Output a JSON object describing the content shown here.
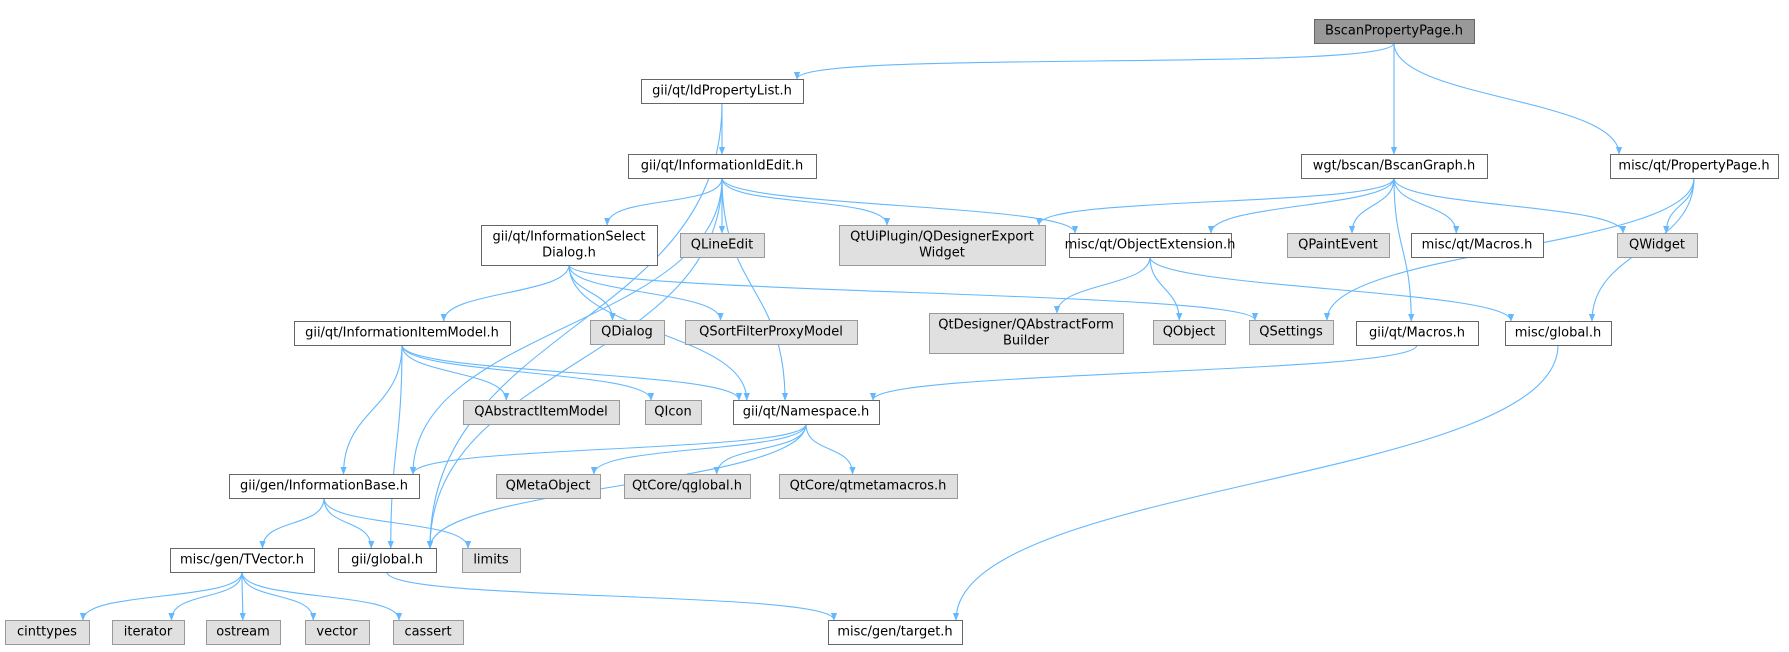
{
  "diagram": {
    "type": "include-dependency-graph",
    "colors": {
      "edge": "#63b8ff",
      "root_fill": "#999999",
      "root_stroke": "#666666",
      "file_fill": "#ffffff",
      "file_stroke": "#666666",
      "external_fill": "#e0e0e0",
      "external_stroke": "#999999"
    },
    "nodes": [
      {
        "id": "BscanPropertyPage_h",
        "kind": "root",
        "lines": [
          "BscanPropertyPage.h"
        ]
      },
      {
        "id": "IdPropertyList_h",
        "kind": "file",
        "lines": [
          "gii/qt/IdPropertyList.h"
        ]
      },
      {
        "id": "InformationIdEdit_h",
        "kind": "file",
        "lines": [
          "gii/qt/InformationIdEdit.h"
        ]
      },
      {
        "id": "BscanGraph_h",
        "kind": "file",
        "lines": [
          "wgt/bscan/BscanGraph.h"
        ]
      },
      {
        "id": "PropertyPage_h",
        "kind": "file",
        "lines": [
          "misc/qt/PropertyPage.h"
        ]
      },
      {
        "id": "InformationSelectDialog_h",
        "kind": "file",
        "lines": [
          "gii/qt/InformationSelect",
          "Dialog.h"
        ]
      },
      {
        "id": "QLineEdit",
        "kind": "external",
        "lines": [
          "QLineEdit"
        ]
      },
      {
        "id": "QDesignerExportWidget",
        "kind": "external",
        "lines": [
          "QtUiPlugin/QDesignerExport",
          "Widget"
        ]
      },
      {
        "id": "ObjectExtension_h",
        "kind": "file",
        "lines": [
          "misc/qt/ObjectExtension.h"
        ]
      },
      {
        "id": "QPaintEvent",
        "kind": "external",
        "lines": [
          "QPaintEvent"
        ]
      },
      {
        "id": "misc_qt_Macros_h",
        "kind": "file",
        "lines": [
          "misc/qt/Macros.h"
        ]
      },
      {
        "id": "QWidget",
        "kind": "external",
        "lines": [
          "QWidget"
        ]
      },
      {
        "id": "InformationItemModel_h",
        "kind": "file",
        "lines": [
          "gii/qt/InformationItemModel.h"
        ]
      },
      {
        "id": "QDialog",
        "kind": "external",
        "lines": [
          "QDialog"
        ]
      },
      {
        "id": "QSortFilterProxyModel",
        "kind": "external",
        "lines": [
          "QSortFilterProxyModel"
        ]
      },
      {
        "id": "QAbstractFormBuilder",
        "kind": "external",
        "lines": [
          "QtDesigner/QAbstractForm",
          "Builder"
        ]
      },
      {
        "id": "QObject",
        "kind": "external",
        "lines": [
          "QObject"
        ]
      },
      {
        "id": "QSettings",
        "kind": "external",
        "lines": [
          "QSettings"
        ]
      },
      {
        "id": "gii_qt_Macros_h",
        "kind": "file",
        "lines": [
          "gii/qt/Macros.h"
        ]
      },
      {
        "id": "misc_global_h",
        "kind": "file",
        "lines": [
          "misc/global.h"
        ]
      },
      {
        "id": "QAbstractItemModel",
        "kind": "external",
        "lines": [
          "QAbstractItemModel"
        ]
      },
      {
        "id": "QIcon",
        "kind": "external",
        "lines": [
          "QIcon"
        ]
      },
      {
        "id": "Namespace_h",
        "kind": "file",
        "lines": [
          "gii/qt/Namespace.h"
        ]
      },
      {
        "id": "InformationBase_h",
        "kind": "file",
        "lines": [
          "gii/gen/InformationBase.h"
        ]
      },
      {
        "id": "QMetaObject",
        "kind": "external",
        "lines": [
          "QMetaObject"
        ]
      },
      {
        "id": "qglobal_h",
        "kind": "external",
        "lines": [
          "QtCore/qglobal.h"
        ]
      },
      {
        "id": "qtmetamacros_h",
        "kind": "external",
        "lines": [
          "QtCore/qtmetamacros.h"
        ]
      },
      {
        "id": "TVector_h",
        "kind": "file",
        "lines": [
          "misc/gen/TVector.h"
        ]
      },
      {
        "id": "gii_global_h",
        "kind": "file",
        "lines": [
          "gii/global.h"
        ]
      },
      {
        "id": "limits",
        "kind": "external",
        "lines": [
          "limits"
        ]
      },
      {
        "id": "cinttypes",
        "kind": "external",
        "lines": [
          "cinttypes"
        ]
      },
      {
        "id": "iterator",
        "kind": "external",
        "lines": [
          "iterator"
        ]
      },
      {
        "id": "ostream",
        "kind": "external",
        "lines": [
          "ostream"
        ]
      },
      {
        "id": "vector",
        "kind": "external",
        "lines": [
          "vector"
        ]
      },
      {
        "id": "cassert",
        "kind": "external",
        "lines": [
          "cassert"
        ]
      },
      {
        "id": "target_h",
        "kind": "file",
        "lines": [
          "misc/gen/target.h"
        ]
      }
    ],
    "edges": [
      {
        "from": "BscanPropertyPage_h",
        "to": "IdPropertyList_h"
      },
      {
        "from": "BscanPropertyPage_h",
        "to": "BscanGraph_h"
      },
      {
        "from": "BscanPropertyPage_h",
        "to": "PropertyPage_h"
      },
      {
        "from": "IdPropertyList_h",
        "to": "InformationIdEdit_h"
      },
      {
        "from": "IdPropertyList_h",
        "to": "gii_global_h"
      },
      {
        "from": "InformationIdEdit_h",
        "to": "InformationSelectDialog_h"
      },
      {
        "from": "InformationIdEdit_h",
        "to": "QLineEdit"
      },
      {
        "from": "InformationIdEdit_h",
        "to": "QDesignerExportWidget"
      },
      {
        "from": "InformationIdEdit_h",
        "to": "ObjectExtension_h"
      },
      {
        "from": "InformationIdEdit_h",
        "to": "Namespace_h"
      },
      {
        "from": "InformationIdEdit_h",
        "to": "InformationBase_h"
      },
      {
        "from": "InformationIdEdit_h",
        "to": "gii_global_h"
      },
      {
        "from": "BscanGraph_h",
        "to": "QDesignerExportWidget"
      },
      {
        "from": "BscanGraph_h",
        "to": "ObjectExtension_h"
      },
      {
        "from": "BscanGraph_h",
        "to": "QPaintEvent"
      },
      {
        "from": "BscanGraph_h",
        "to": "misc_qt_Macros_h"
      },
      {
        "from": "BscanGraph_h",
        "to": "QWidget"
      },
      {
        "from": "BscanGraph_h",
        "to": "gii_qt_Macros_h"
      },
      {
        "from": "PropertyPage_h",
        "to": "QWidget"
      },
      {
        "from": "PropertyPage_h",
        "to": "QSettings"
      },
      {
        "from": "PropertyPage_h",
        "to": "misc_global_h"
      },
      {
        "from": "InformationSelectDialog_h",
        "to": "InformationItemModel_h"
      },
      {
        "from": "InformationSelectDialog_h",
        "to": "QDialog"
      },
      {
        "from": "InformationSelectDialog_h",
        "to": "QSortFilterProxyModel"
      },
      {
        "from": "InformationSelectDialog_h",
        "to": "QSettings"
      },
      {
        "from": "InformationSelectDialog_h",
        "to": "Namespace_h"
      },
      {
        "from": "ObjectExtension_h",
        "to": "QAbstractFormBuilder"
      },
      {
        "from": "ObjectExtension_h",
        "to": "QObject"
      },
      {
        "from": "ObjectExtension_h",
        "to": "misc_global_h"
      },
      {
        "from": "InformationItemModel_h",
        "to": "QAbstractItemModel"
      },
      {
        "from": "InformationItemModel_h",
        "to": "QIcon"
      },
      {
        "from": "InformationItemModel_h",
        "to": "Namespace_h"
      },
      {
        "from": "InformationItemModel_h",
        "to": "InformationBase_h"
      },
      {
        "from": "InformationItemModel_h",
        "to": "gii_global_h"
      },
      {
        "from": "gii_qt_Macros_h",
        "to": "Namespace_h"
      },
      {
        "from": "misc_global_h",
        "to": "target_h"
      },
      {
        "from": "Namespace_h",
        "to": "InformationBase_h"
      },
      {
        "from": "Namespace_h",
        "to": "QMetaObject"
      },
      {
        "from": "Namespace_h",
        "to": "qglobal_h"
      },
      {
        "from": "Namespace_h",
        "to": "qtmetamacros_h"
      },
      {
        "from": "Namespace_h",
        "to": "gii_global_h"
      },
      {
        "from": "InformationBase_h",
        "to": "TVector_h"
      },
      {
        "from": "InformationBase_h",
        "to": "gii_global_h"
      },
      {
        "from": "InformationBase_h",
        "to": "limits"
      },
      {
        "from": "TVector_h",
        "to": "cinttypes"
      },
      {
        "from": "TVector_h",
        "to": "iterator"
      },
      {
        "from": "TVector_h",
        "to": "ostream"
      },
      {
        "from": "TVector_h",
        "to": "vector"
      },
      {
        "from": "TVector_h",
        "to": "cassert"
      },
      {
        "from": "gii_global_h",
        "to": "target_h"
      }
    ]
  }
}
